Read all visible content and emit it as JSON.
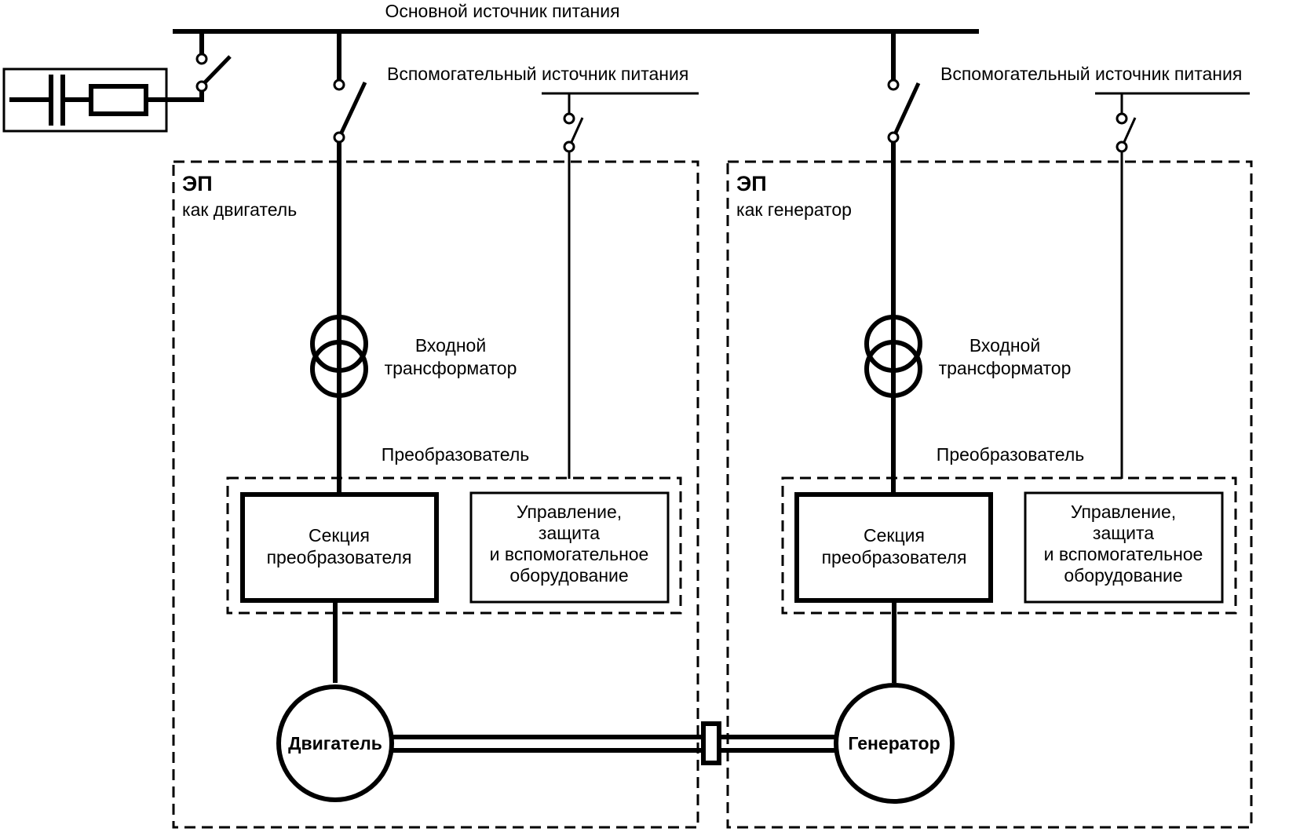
{
  "diagram": {
    "colors": {
      "line": "#000000",
      "background": "#ffffff"
    },
    "main_bus": {
      "label": "Основной источник питания"
    },
    "filter": {
      "name": "RC-filter",
      "icon": "capacitor-resistor-icon"
    },
    "drives": [
      {
        "id": "motor-drive",
        "title": "ЭП",
        "subtitle": "как двигатель",
        "aux_supply_label": "Вспомогательный источник питания",
        "transformer_label_1": "Входной",
        "transformer_label_2": "трансформатор",
        "converter_label": "Преобразователь",
        "section_label_1": "Секция",
        "section_label_2": "преобразователя",
        "control_label_1": "Управление,",
        "control_label_2": "защита",
        "control_label_3": "и вспомогательное",
        "control_label_4": "оборудование",
        "machine_label": "Двигатель"
      },
      {
        "id": "generator-drive",
        "title": "ЭП",
        "subtitle": "как генератор",
        "aux_supply_label": "Вспомогательный источник питания",
        "transformer_label_1": "Входной",
        "transformer_label_2": "трансформатор",
        "converter_label": "Преобразователь",
        "section_label_1": "Секция",
        "section_label_2": "преобразователя",
        "control_label_1": "Управление,",
        "control_label_2": "защита",
        "control_label_3": "и вспомогательное",
        "control_label_4": "оборудование",
        "machine_label": "Генератор"
      }
    ],
    "coupling": {
      "name": "shaft-coupling"
    }
  }
}
